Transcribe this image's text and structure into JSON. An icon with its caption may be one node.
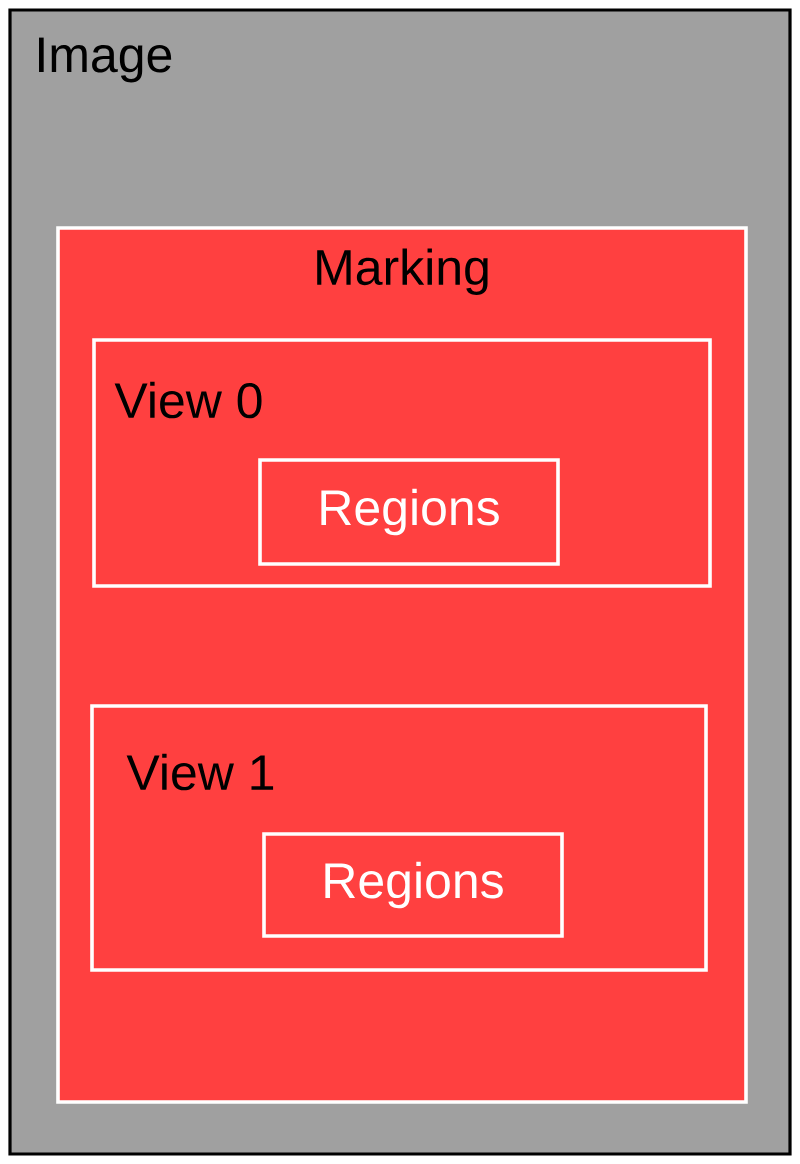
{
  "diagram": {
    "nodes": [
      {
        "text": [
          "Image"
        ]
      },
      {
        "text": [
          "Marking"
        ],
        "in": 0
      },
      {
        "text": [
          "View 0"
        ],
        "in": 1
      },
      {
        "text": [
          "Regions"
        ],
        "in": 2
      },
      {
        "text": [
          "View 1"
        ],
        "in": 1
      },
      {
        "text": [
          "Regions"
        ],
        "in": 4
      }
    ]
  }
}
